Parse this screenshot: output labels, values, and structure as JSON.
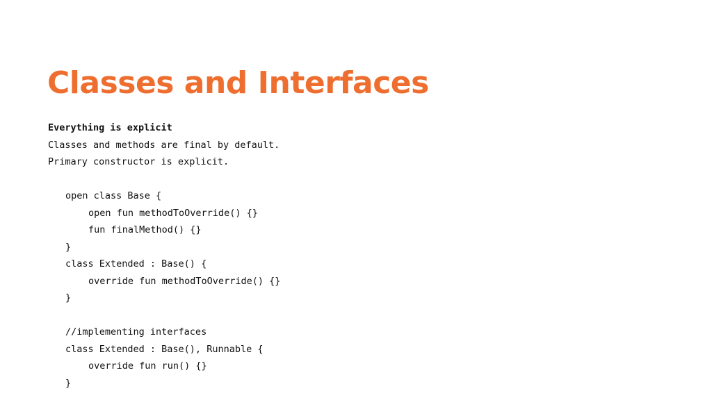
{
  "slide": {
    "title": "Classes and Interfaces",
    "heading": "Everything is explicit",
    "intro_lines": [
      "Classes and methods are final by default.",
      "Primary constructor is explicit."
    ],
    "code_lines": [
      "open class Base {",
      "open fun methodToOverride() {}",
      "fun finalMethod() {}",
      "}",
      "class Extended : Base() {",
      "override fun methodToOverride() {}",
      "}",
      "",
      "//implementing interfaces",
      "class Extended : Base(), Runnable {",
      "override fun run() {}",
      "}"
    ],
    "title_color": "#ee6e2f"
  }
}
